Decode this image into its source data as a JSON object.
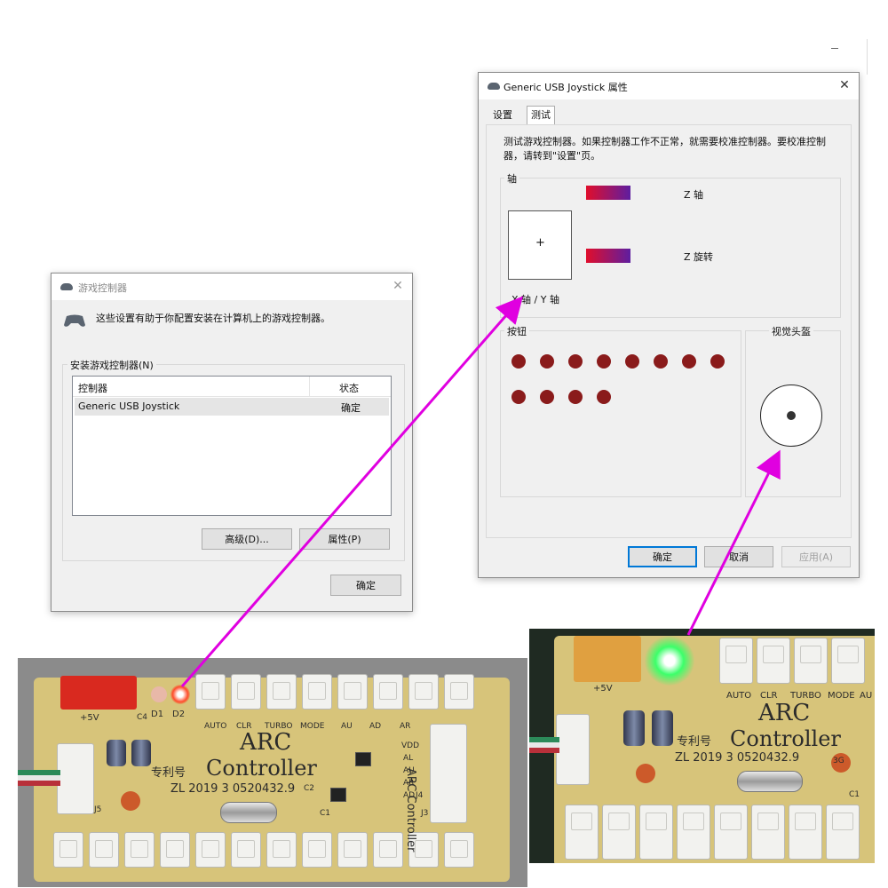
{
  "game_controllers_dialog": {
    "title": "游戏控制器",
    "description": "这些设置有助于你配置安装在计算机上的游戏控制器。",
    "installed_label": "安装游戏控制器(N)",
    "columns": [
      "控制器",
      "状态"
    ],
    "rows": [
      {
        "controller": "Generic USB Joystick",
        "status": "确定"
      }
    ],
    "advanced_button": "高级(D)...",
    "properties_button": "属性(P)",
    "ok_button": "确定"
  },
  "joystick_properties_dialog": {
    "title": "Generic USB Joystick 属性",
    "tabs": [
      "设置",
      "测试"
    ],
    "active_tab": "测试",
    "description": "测试游戏控制器。如果控制器工作不正常，就需要校准控制器。要校准控制器，请转到\"设置\"页。",
    "axes_label": "轴",
    "xy_axis_label": "X 轴 / Y 轴",
    "z_axis_label": "Z 轴",
    "z_rotation_label": "Z 旋转",
    "buttons_label": "按钮",
    "button_count": 12,
    "pov_label": "视觉头盔",
    "ok_button": "确定",
    "cancel_button": "取消",
    "apply_button": "应用(A)"
  },
  "board_left": {
    "led_color": "red",
    "title_line1": "ARC",
    "title_line2": "Controller",
    "patent_label": "专利号",
    "patent_number": "ZL 2019 3 0520432.9",
    "label_5v": "+5V",
    "label_d1": "D1",
    "label_d2": "D2",
    "label_c4": "C4",
    "label_c1": "C1",
    "label_c2": "C2",
    "label_j3": "J3",
    "label_j5": "J5",
    "label_j4": "J4",
    "vertical_label": "ARC Controller",
    "top_labels": [
      "AUTO",
      "CLR",
      "TURBO",
      "MODE",
      "AU",
      "AD",
      "AR"
    ],
    "side_labels": [
      "VDD",
      "AL",
      "AU",
      "AR",
      "AD"
    ]
  },
  "board_right": {
    "led_color": "green",
    "title_line1": "ARC",
    "title_line2": "Controller",
    "patent_label": "专利号",
    "patent_number": "ZL 2019 3 0520432.9",
    "label_5v": "+5V",
    "label_c1": "C1",
    "label_3g": "3G",
    "top_labels": [
      "AUTO",
      "CLR",
      "TURBO",
      "MODE",
      "AU"
    ]
  },
  "colors": {
    "arrow": "#e000e0",
    "button_dot": "#8a1b1b",
    "z_bar_start": "#e00e2c",
    "z_bar_end": "#5e1ea0",
    "dialog_accent": "#0078d7"
  }
}
